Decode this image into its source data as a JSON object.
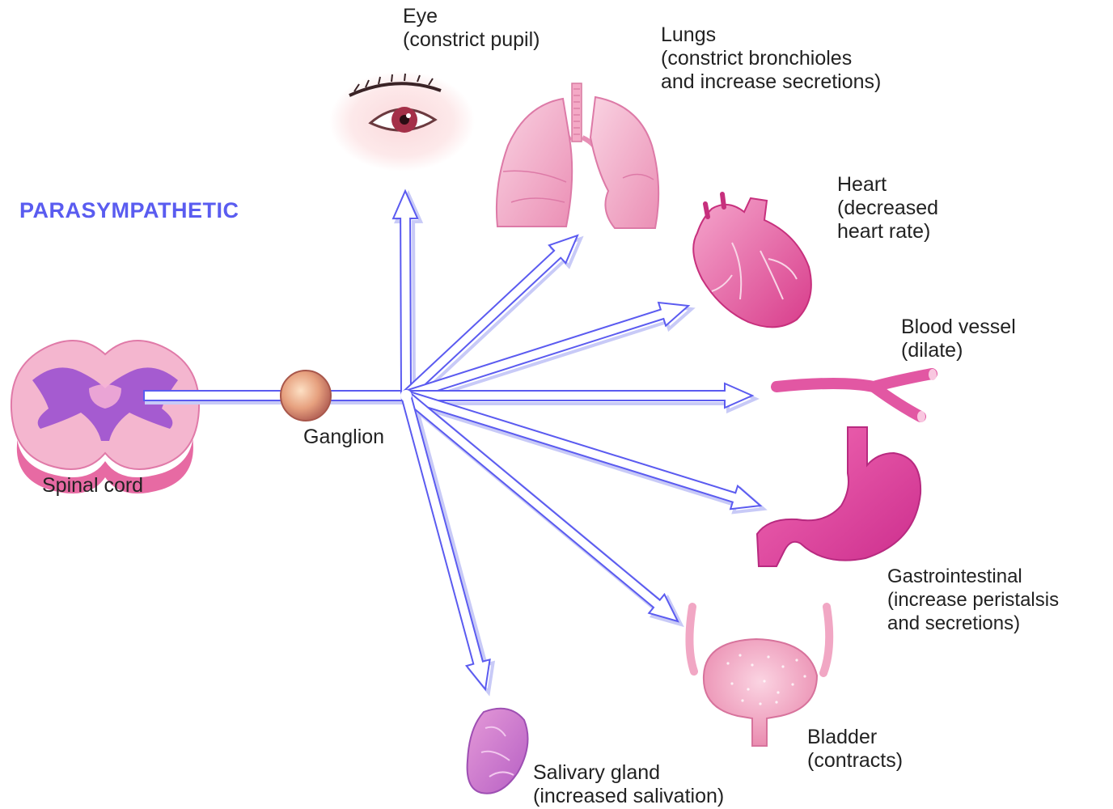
{
  "title": "PARASYMPATHETIC",
  "colors": {
    "arrow_fill": "#ffffff",
    "arrow_stroke": "#5b5bf0",
    "arrow_shadow": "#c8caf7",
    "title": "#5a5cf0",
    "organ_pink": "#e8559a",
    "organ_light": "#f7c4d8",
    "ganglion": "#d9876a"
  },
  "nodes": {
    "spinal_cord": {
      "label": "Spinal cord"
    },
    "ganglion": {
      "label": "Ganglion"
    }
  },
  "targets": [
    {
      "id": "eye",
      "name": "Eye",
      "effect": "(constrict pupil)"
    },
    {
      "id": "lungs",
      "name": "Lungs",
      "effect": "(constrict bronchioles",
      "effect2": "and increase secretions)"
    },
    {
      "id": "heart",
      "name": "Heart",
      "effect": "(decreased",
      "effect2": "heart rate)"
    },
    {
      "id": "blood-vessel",
      "name": "Blood vessel",
      "effect": "(dilate)"
    },
    {
      "id": "gastrointestinal",
      "name": "Gastrointestinal",
      "effect": "(increase peristalsis",
      "effect2": "and secretions)"
    },
    {
      "id": "bladder",
      "name": "Bladder",
      "effect": "(contracts)"
    },
    {
      "id": "salivary-gland",
      "name": "Salivary gland",
      "effect": "(increased salivation)"
    }
  ]
}
